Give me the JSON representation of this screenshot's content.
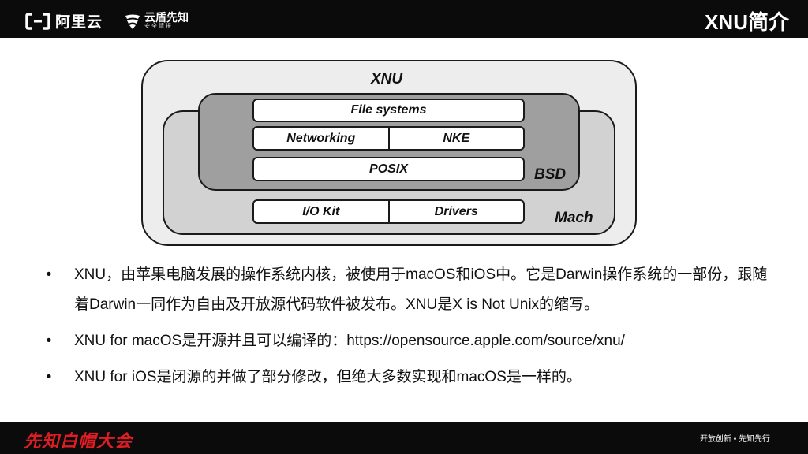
{
  "header": {
    "aliyun_text": "阿里云",
    "yundun_text": "云盾先知",
    "yundun_sub": "安全情报",
    "title": "XNU简介"
  },
  "diagram": {
    "xnu_label": "XNU",
    "bsd_label": "BSD",
    "mach_label": "Mach",
    "file_systems": "File systems",
    "networking": "Networking",
    "nke": "NKE",
    "posix": "POSIX",
    "io_kit": "I/O Kit",
    "drivers": "Drivers"
  },
  "bullets": [
    {
      "dot": "•",
      "text": "XNU，由苹果电脑发展的操作系统内核，被使用于macOS和iOS中。它是Darwin操作系统的一部份，跟随着Darwin一同作为自由及开放源代码软件被发布。XNU是X is Not Unix的缩写。"
    },
    {
      "dot": "•",
      "text": "XNU for macOS是开源并且可以编译的：https://opensource.apple.com/source/xnu/"
    },
    {
      "dot": "•",
      "text": "XNU for iOS是闭源的并做了部分修改，但绝大多数实现和macOS是一样的。"
    }
  ],
  "footer": {
    "left": "先知白帽大会",
    "right": "开放创新 • 先知先行"
  }
}
